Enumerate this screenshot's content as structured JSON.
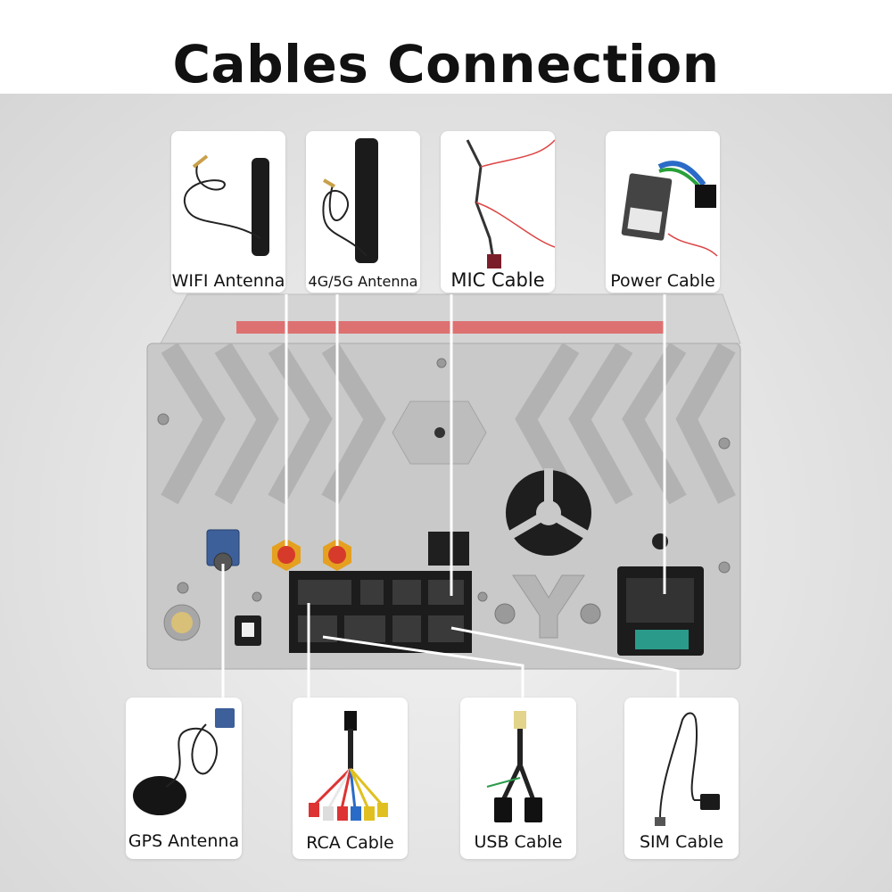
{
  "title": "Cables Connection",
  "cables_top": [
    {
      "label": "WIFI Antenna"
    },
    {
      "label": "4G/5G Antenna"
    },
    {
      "label": "MIC Cable"
    },
    {
      "label": "Power Cable"
    }
  ],
  "cables_bottom": [
    {
      "label": "GPS Antenna"
    },
    {
      "label": "RCA Cable"
    },
    {
      "label": "USB Cable"
    },
    {
      "label": "SIM Cable"
    }
  ]
}
